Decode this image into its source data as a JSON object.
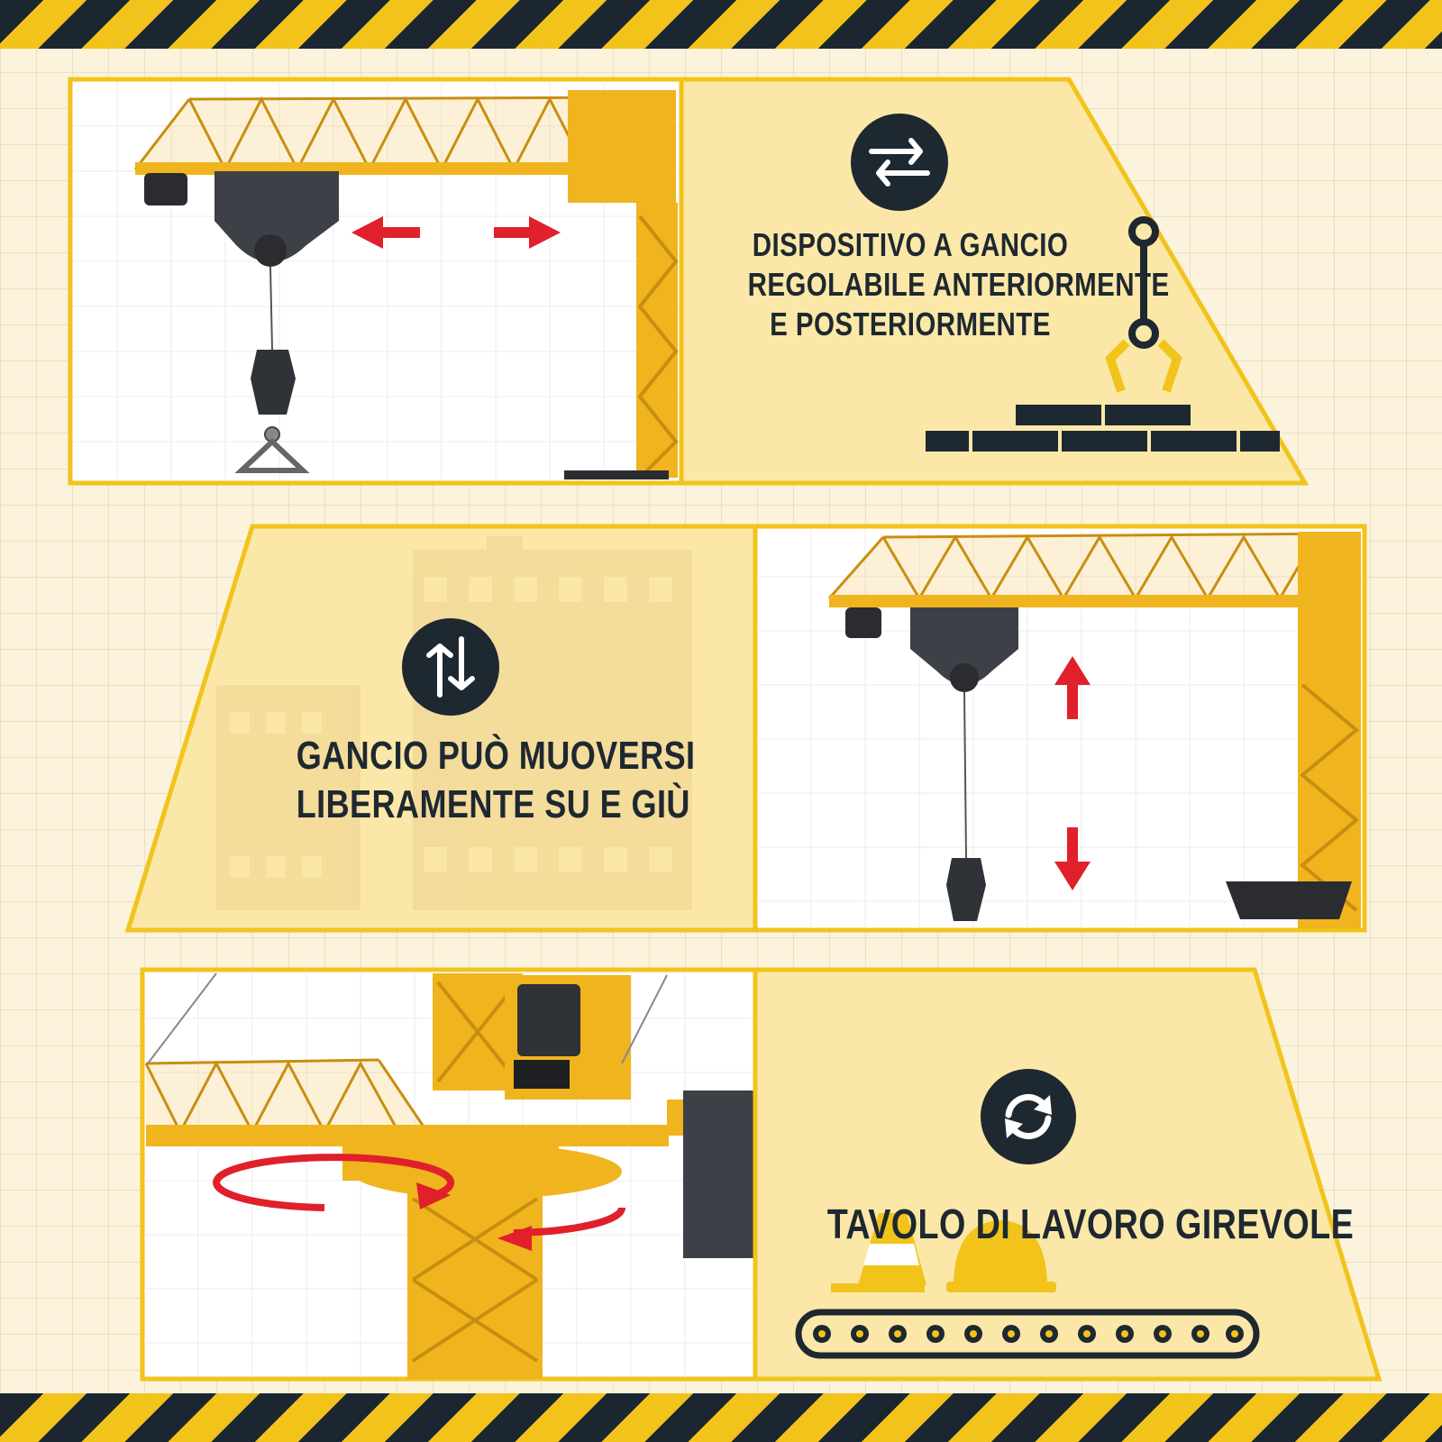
{
  "colors": {
    "accent_yellow": "#f2c31b",
    "panel_yellow": "#fbe8a8",
    "dark_navy": "#1e2830",
    "arrow_red": "#e0202a",
    "crane_yellow": "#f0b41e",
    "crane_dark": "#3d4046"
  },
  "panels": [
    {
      "caption_lines": [
        "Dispositivo a gancio",
        "regolabile anteriormente",
        "e posteriormente"
      ],
      "icon": "horizontal-exchange-arrows-icon",
      "decoration": "crane-hook-over-bricks"
    },
    {
      "caption_lines": [
        "Gancio può muoversi",
        "liberamente su e giù"
      ],
      "icon": "vertical-exchange-arrows-icon",
      "decoration": "building-silhouette"
    },
    {
      "caption_lines": [
        "Tavolo di lavoro girevole"
      ],
      "icon": "rotate-arrows-icon",
      "decoration": "traffic-cone-helmet-conveyor"
    }
  ]
}
